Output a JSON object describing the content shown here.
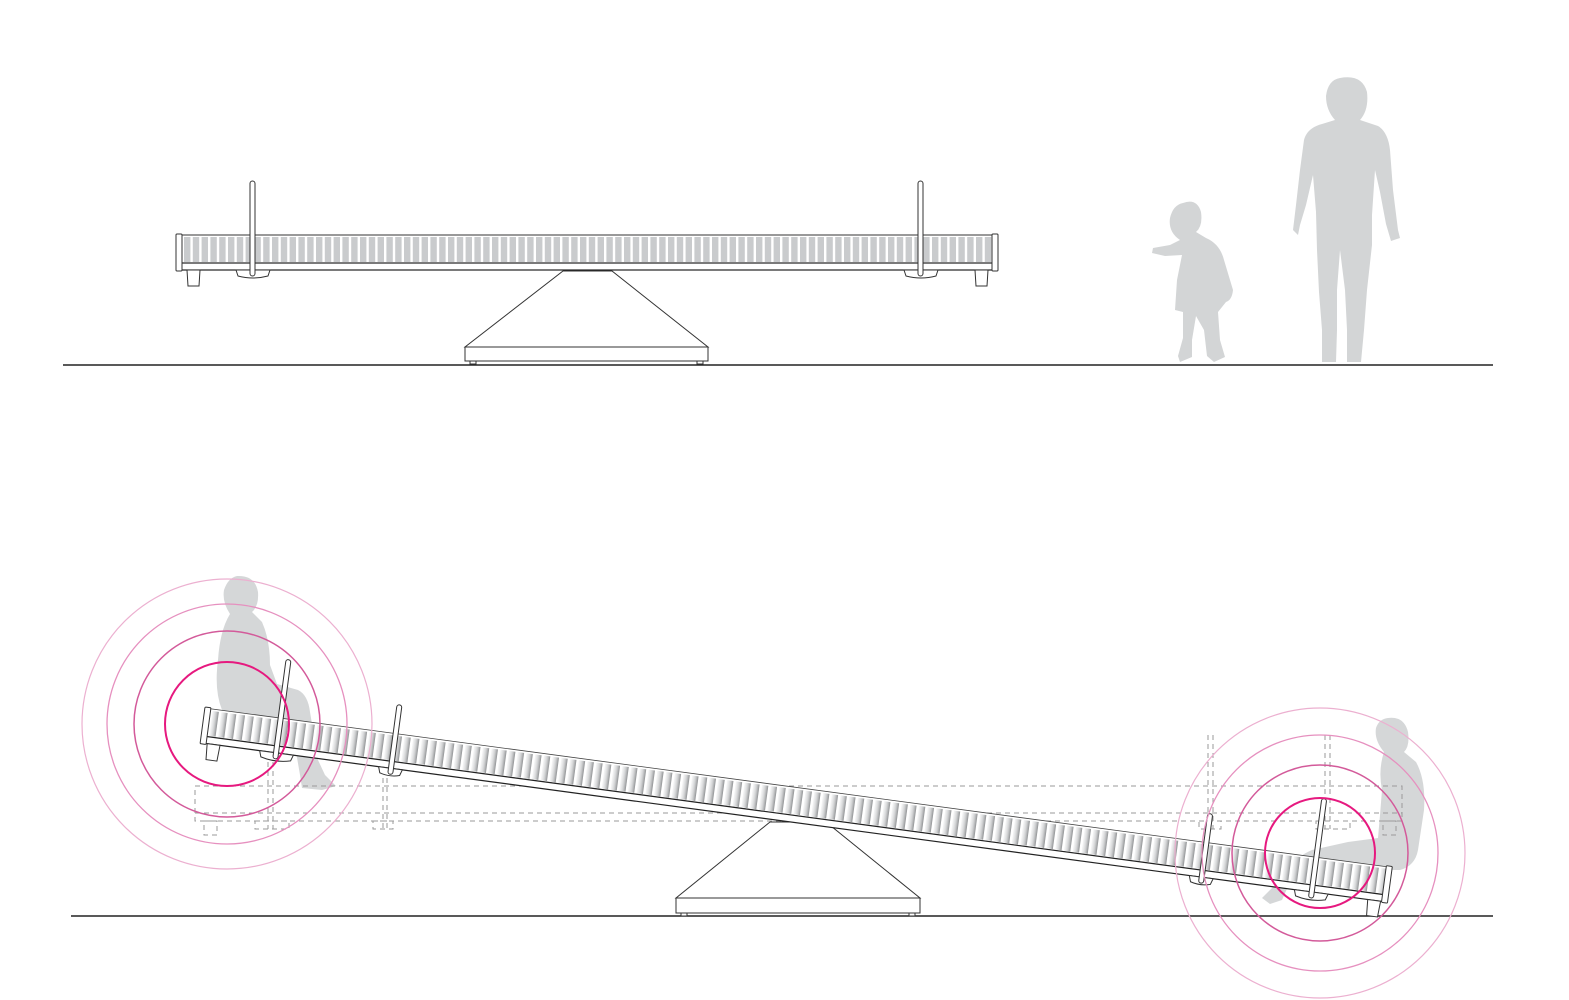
{
  "colors": {
    "line": "#222222",
    "slat": "#c9cbcd",
    "silhouette": "#d3d5d6",
    "accent": "#e6197f",
    "accent_light": "#e9a2c8",
    "dashed": "#9a9a9a"
  },
  "views": [
    {
      "state": "level",
      "figures": [
        "child-standing",
        "adult-standing"
      ]
    },
    {
      "state": "tilted",
      "figures": [
        "child-seated-left",
        "child-seated-right"
      ]
    }
  ]
}
